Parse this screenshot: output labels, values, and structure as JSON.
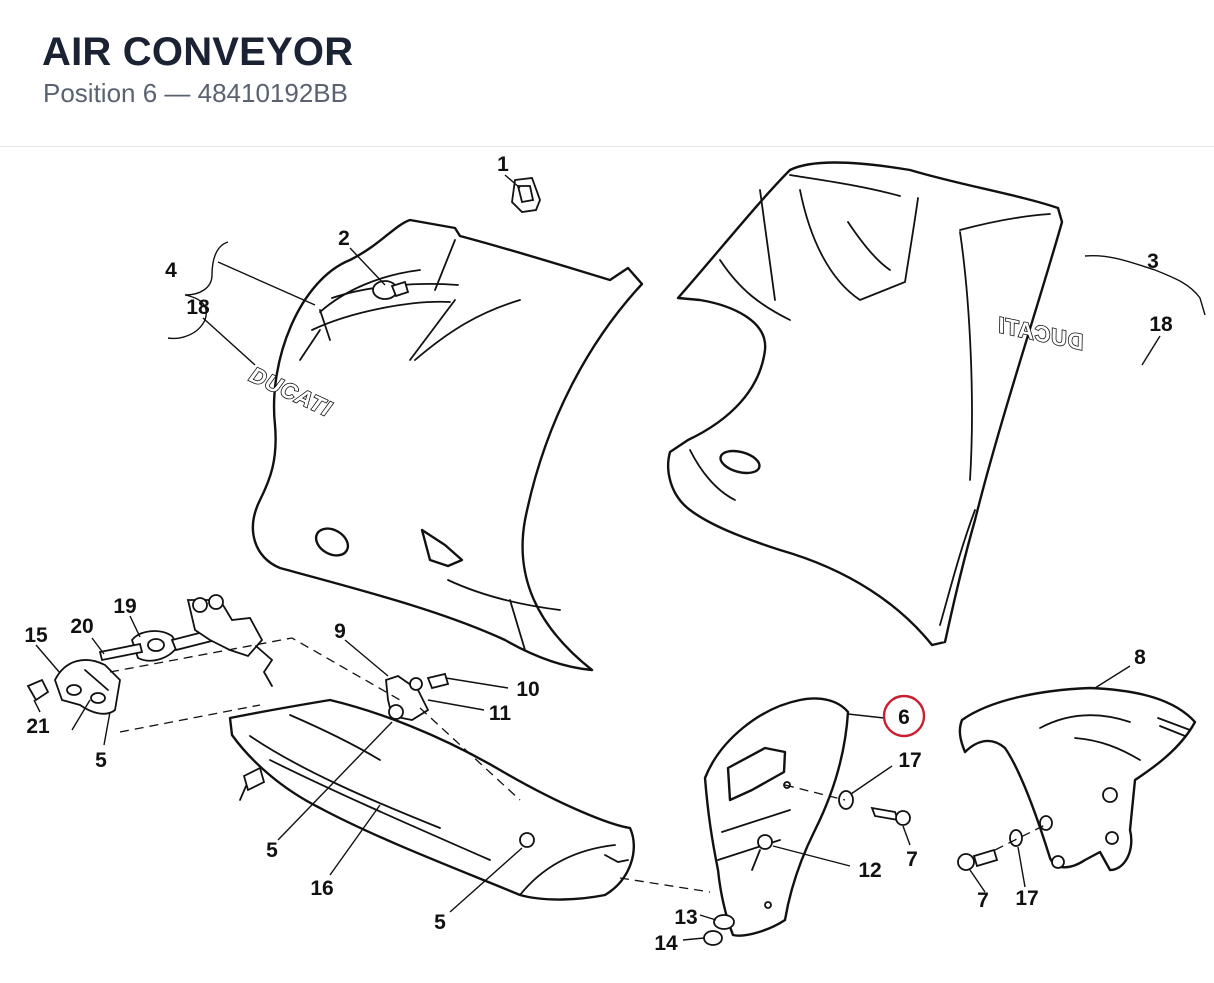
{
  "header": {
    "title": "AIR CONVEYOR",
    "subtitle": "Position 6 — 48410192BB"
  },
  "highlight_color": "#c8202f",
  "selected_position": "6",
  "brand_marks": [
    "DUCATI",
    "DUCATI"
  ],
  "callouts": [
    {
      "id": "c1",
      "label": "1"
    },
    {
      "id": "c2",
      "label": "2"
    },
    {
      "id": "c3",
      "label": "3"
    },
    {
      "id": "c4",
      "label": "4"
    },
    {
      "id": "c18a",
      "label": "18"
    },
    {
      "id": "c18b",
      "label": "18"
    },
    {
      "id": "c19",
      "label": "19"
    },
    {
      "id": "c20",
      "label": "20"
    },
    {
      "id": "c15",
      "label": "15"
    },
    {
      "id": "c21",
      "label": "21"
    },
    {
      "id": "c5a",
      "label": "5"
    },
    {
      "id": "c9",
      "label": "9"
    },
    {
      "id": "c10",
      "label": "10"
    },
    {
      "id": "c11",
      "label": "11"
    },
    {
      "id": "c5b",
      "label": "5"
    },
    {
      "id": "c16",
      "label": "16"
    },
    {
      "id": "c5c",
      "label": "5"
    },
    {
      "id": "c6",
      "label": "6"
    },
    {
      "id": "c17a",
      "label": "17"
    },
    {
      "id": "c7a",
      "label": "7"
    },
    {
      "id": "c12",
      "label": "12"
    },
    {
      "id": "c13",
      "label": "13"
    },
    {
      "id": "c14",
      "label": "14"
    },
    {
      "id": "c8",
      "label": "8"
    },
    {
      "id": "c7b",
      "label": "7"
    },
    {
      "id": "c17b",
      "label": "17"
    }
  ]
}
